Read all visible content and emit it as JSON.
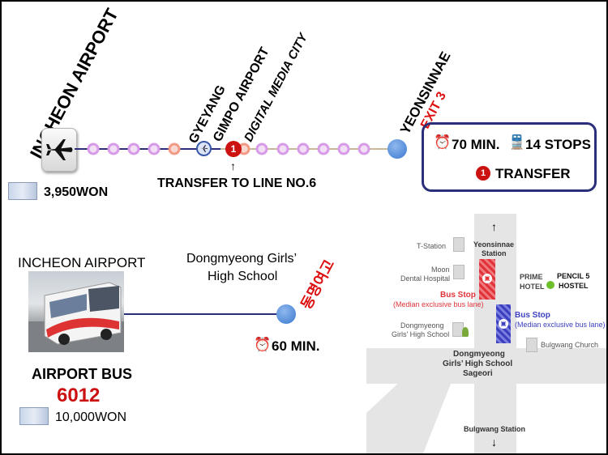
{
  "subway": {
    "origin": "INCHEON AIRPORT",
    "stops": [
      "GYEYANG",
      "GIMPO AIRPORT",
      "DIGITAL MEDIA CITY",
      "YEONSINNAE"
    ],
    "exit_label": "EXIT 3",
    "transfer_note": "TRANSFER TO LINE NO.6",
    "fare": "3,950WON",
    "info": {
      "duration": "70 MIN.",
      "stops_count": "14 STOPS",
      "transfer_badge": "1",
      "transfer_text": "TRANSFER"
    },
    "line_color": "#2b2f7a",
    "dot_color": "#d89be8",
    "badge_color": "#cc1111"
  },
  "bus": {
    "origin": "INCHEON AIRPORT",
    "title": "AIRPORT BUS",
    "number": "6012",
    "fare": "10,000WON",
    "destination_line1": "Dongmyeong Girls’",
    "destination_line2": "High School",
    "destination_korean": "동명여고",
    "duration": "60 MIN.",
    "number_color": "#cc1111"
  },
  "map": {
    "station_top": "Yeonsinnae",
    "station_top_sub": "Station",
    "t_station": "T-Station",
    "moon_hospital_1": "Moon",
    "moon_hospital_2": "Dental Hospital",
    "bus_stop_red": "Bus Stop",
    "bus_stop_red_sub": "(Median exclusive bus lane)",
    "bus_stop_blue": "Bus Stop",
    "bus_stop_blue_sub": "(Median exclusive bus lane)",
    "school_1": "Dongmyeong",
    "school_2": "Girls’ High School",
    "prime_hotel_1": "PRIME",
    "prime_hotel_2": "HOTEL",
    "hostel_1": "PENCIL 5",
    "hostel_2": "HOSTEL",
    "bulgwang_church": "Bulgwang Church",
    "junction_1": "Dongmyeong",
    "junction_2": "Girls’ High School",
    "junction_3": "Sageori",
    "station_bottom": "Bulgwang Station",
    "accent_red": "#e0343a",
    "accent_blue": "#3b3fc0",
    "hostel_dot": "#6cbf2a"
  }
}
